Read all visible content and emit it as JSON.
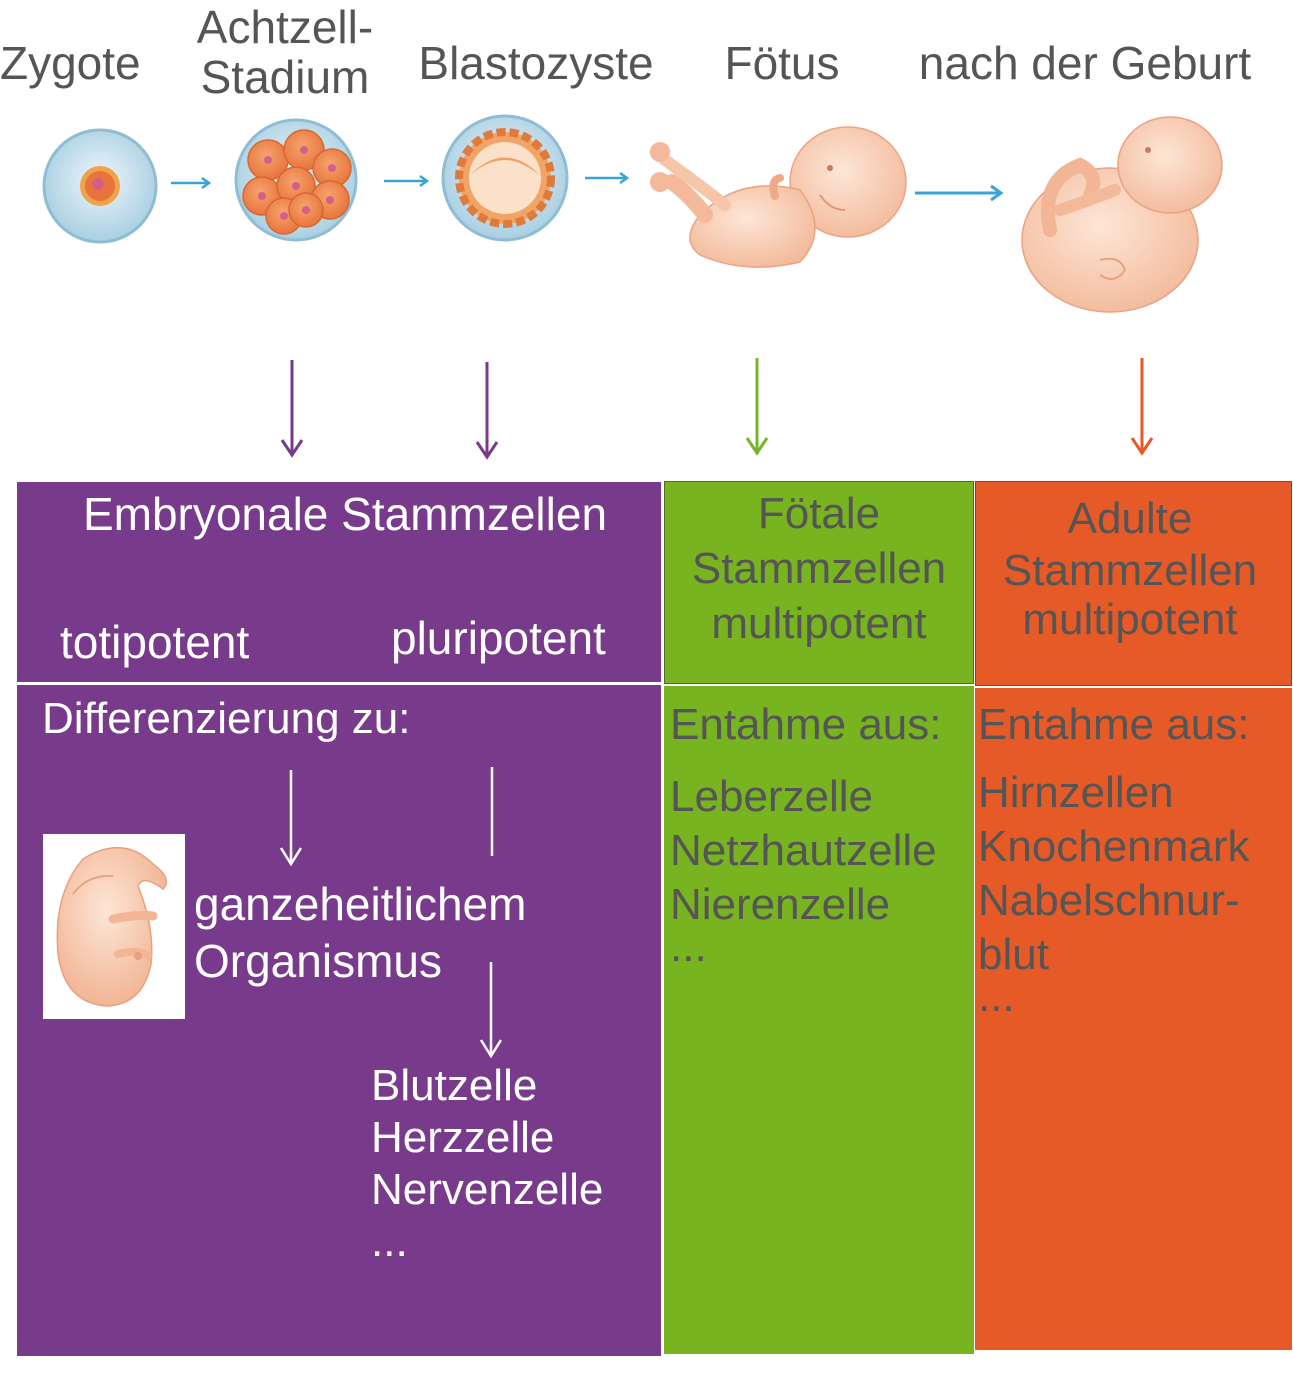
{
  "stages": {
    "zygote": "Zygote",
    "achtzell_1": "Achtzell-",
    "achtzell_2": "Stadium",
    "blastozyste": "Blastozyste",
    "foetus": "Fötus",
    "nach_geburt": "nach der Geburt"
  },
  "embryonal": {
    "title": "Embryonale Stammzellen",
    "totipotent": "totipotent",
    "pluripotent": "pluripotent",
    "diff_heading": "Differenzierung zu:",
    "organism_1": "ganzeheitlichem",
    "organism_2": "Organismus",
    "cells": [
      "Blutzelle",
      "Herzzelle",
      "Nervenzelle",
      "..."
    ]
  },
  "foetal": {
    "title_1": "Fötale",
    "title_2": "Stammzellen",
    "title_3": "multipotent",
    "source_heading": "Entahme aus:",
    "items": [
      "Leberzelle",
      "Netzhautzelle",
      "Nierenzelle",
      "..."
    ]
  },
  "adult": {
    "title_1": "Adulte",
    "title_2": "Stammzellen",
    "title_3": "multipotent",
    "source_heading": "Entahme aus:",
    "items": [
      "Hirnzellen",
      "Knochenmark",
      "Nabelschnur-",
      "blut",
      "..."
    ]
  },
  "colors": {
    "purple": "#783b8c",
    "green": "#77b41f",
    "orange": "#e65a27",
    "arrow_blue": "#3aa3d6",
    "arrow_green": "#78b42a"
  },
  "icons": [
    "zygote-icon",
    "eight-cell-icon",
    "blastocyst-icon",
    "fetus-icon",
    "baby-icon",
    "embryo-icon"
  ]
}
